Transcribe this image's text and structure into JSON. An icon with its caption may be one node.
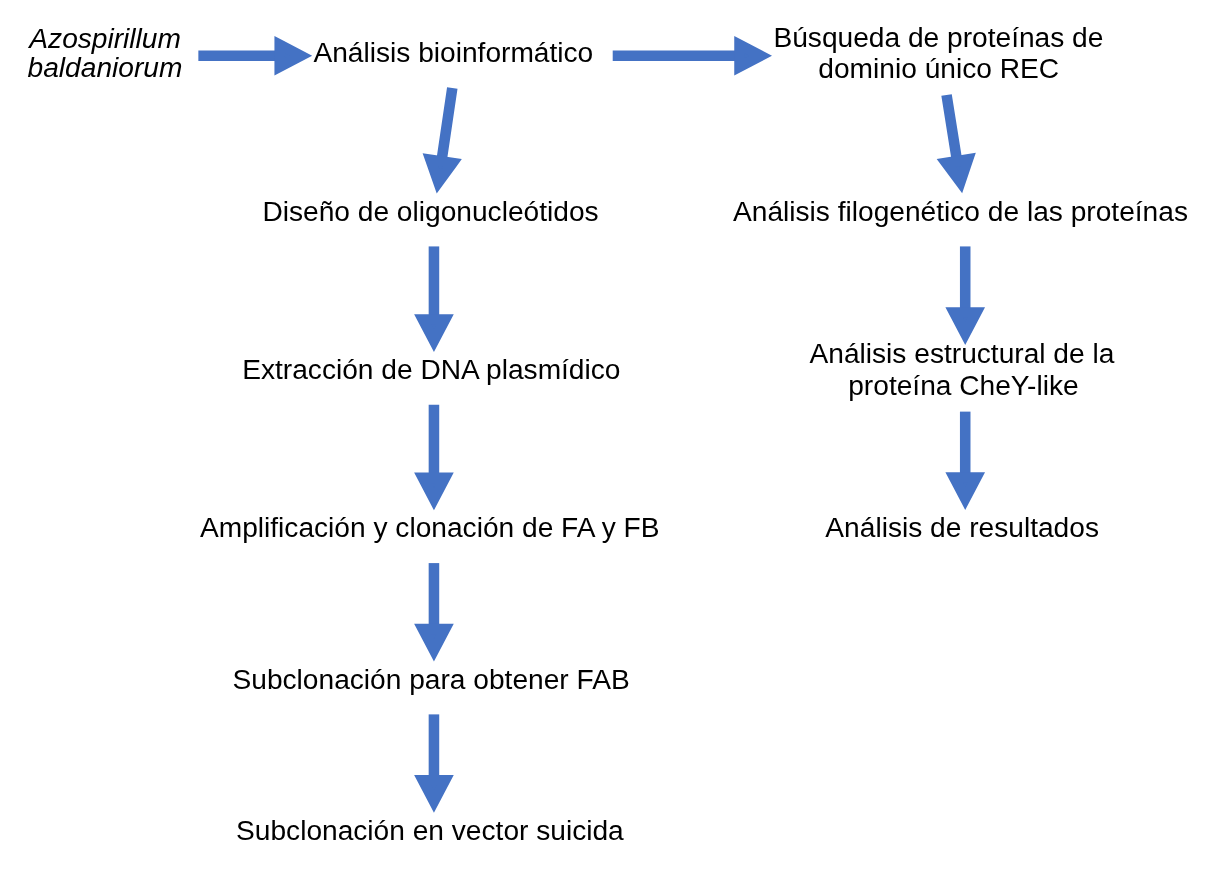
{
  "diagram": {
    "nodes": [
      {
        "text": [
          "Azospirillum baldaniorum"
        ]
      },
      {
        "text": [
          "Análisis bioinformático"
        ]
      },
      {
        "text": [
          "Búsqueda de proteínas de dominio único REC"
        ]
      },
      {
        "text": [
          "Diseño de oligonucleótidos"
        ]
      },
      {
        "text": [
          "Extracción de DNA plasmídico"
        ]
      },
      {
        "text": [
          "Amplificación y clonación de FA y FB"
        ]
      },
      {
        "text": [
          "Subclonación para obtener FAB"
        ]
      },
      {
        "text": [
          "Subclonación en vector suicida"
        ]
      },
      {
        "text": [
          "Análisis filogenético de las proteínas"
        ]
      },
      {
        "text": [
          "Análisis estructural de la proteína CheY-like"
        ]
      },
      {
        "text": [
          "Análisis de resultados"
        ]
      }
    ],
    "edges": [
      {
        "from": 0,
        "to": 1,
        "arrow": "to"
      },
      {
        "from": 1,
        "to": 2,
        "arrow": "to"
      },
      {
        "from": 1,
        "to": 3,
        "arrow": "to"
      },
      {
        "from": 3,
        "to": 4,
        "arrow": "to"
      },
      {
        "from": 4,
        "to": 5,
        "arrow": "to"
      },
      {
        "from": 5,
        "to": 6,
        "arrow": "to"
      },
      {
        "from": 6,
        "to": 7,
        "arrow": "to"
      },
      {
        "from": 2,
        "to": 8,
        "arrow": "to"
      },
      {
        "from": 8,
        "to": 9,
        "arrow": "to"
      },
      {
        "from": 9,
        "to": 10,
        "arrow": "to"
      }
    ]
  }
}
